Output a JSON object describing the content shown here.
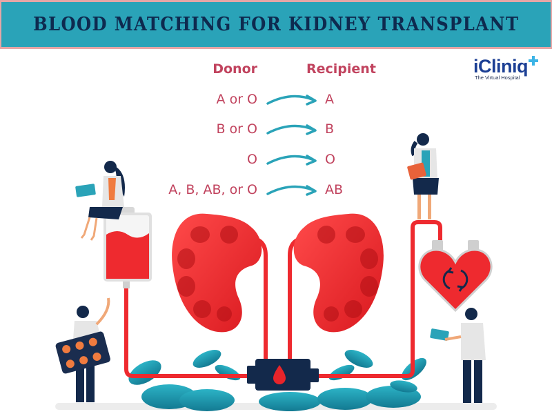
{
  "banner": {
    "title": "BLOOD MATCHING FOR KIDNEY TRANSPLANT",
    "background_color": "#2aa3b8",
    "border_color": "#e6a6a6",
    "text_color": "#0e2a4f"
  },
  "logo": {
    "wordmark": "iCliniq",
    "tagline": "The Virtual Hospital"
  },
  "table": {
    "donor_header": "Donor",
    "recipient_header": "Recipient",
    "text_color": "#c1435e",
    "arrow_color": "#2aa3b8",
    "rows": [
      {
        "donor": "A or O",
        "recipient": "A"
      },
      {
        "donor": "B or O",
        "recipient": "B"
      },
      {
        "donor": "O",
        "recipient": "O"
      },
      {
        "donor": "A, B, AB, or O",
        "recipient": "AB"
      }
    ]
  },
  "illustration": {
    "elements": [
      "blood-bag",
      "kidneys",
      "blood-tubes",
      "filter-device-with-blood-drop",
      "heart-with-cycle-arrows",
      "doctor-with-laptop-sitting",
      "doctor-holding-pill-blister",
      "doctor-with-clipboard-standing",
      "doctor-with-laptop-standing",
      "plants"
    ],
    "blood_color": "#e8242a",
    "plant_color": "#2aa3b8"
  }
}
